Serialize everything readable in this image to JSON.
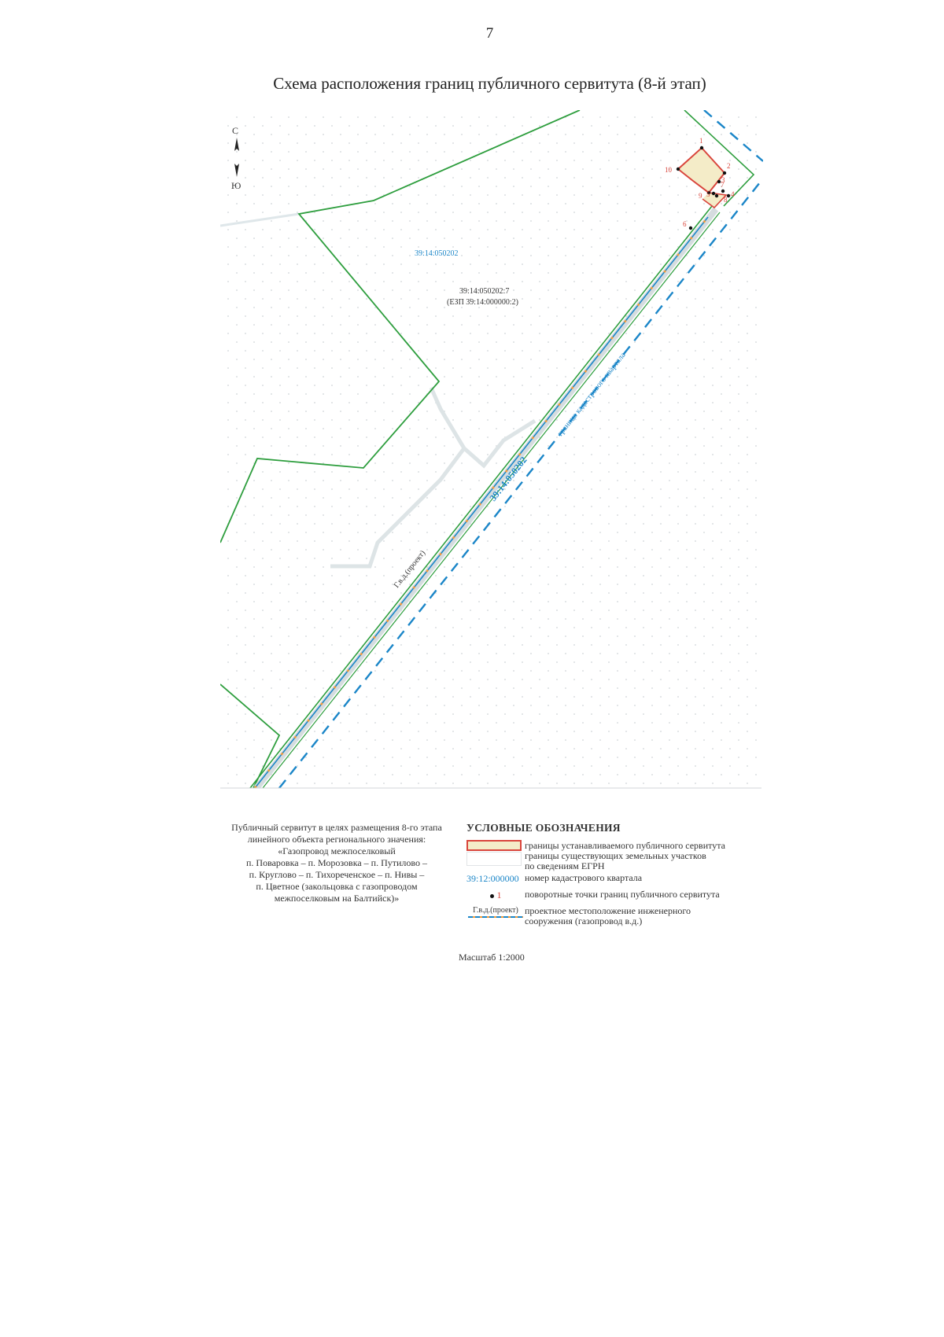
{
  "page_number": "7",
  "title": "Схема расположения границ публичного сервитута (8-й этап)",
  "compass": {
    "north": "С",
    "south": "Ю"
  },
  "map": {
    "quarter_label": "39:14:050202",
    "parcel_label": "39:14:050202:7",
    "parcel_sublabel": "(ЕЗП 39:14:000000:2)",
    "quarter_boundary_label": "граница кадастрового квартала",
    "adjacent_quarter_label": "39:14:050202",
    "pipeline_label": "Г.в.д.(проект)",
    "turning_points": [
      "1",
      "2",
      "3",
      "4",
      "5",
      "6",
      "7",
      "8",
      "9",
      "10"
    ],
    "colors": {
      "parcel_boundary": "#2e9e3e",
      "servitude_boundary": "#d9453c",
      "servitude_fill": "#f4ecc8",
      "quarter_boundary": "#1b86c8",
      "pipeline_dash": "#f29a3a"
    }
  },
  "caption": {
    "lines": [
      "Публичный сервитут в целях размещения 8-го этапа",
      "линейного объекта регионального значения:",
      "«Газопровод межпоселковый",
      "п. Поваровка – п. Морозовка – п. Путилово –",
      "п. Круглово – п. Тихореченское – п. Нивы –",
      "п. Цветное (закольцовка с газопроводом",
      "межпоселковым на Балтийск)»"
    ]
  },
  "legend": {
    "title": "УСЛОВНЫЕ ОБОЗНАЧЕНИЯ",
    "items": [
      {
        "symbol": "servitude-boundary",
        "text": "границы устанавливаемого публичного сервитута"
      },
      {
        "symbol": "parcel-boundary",
        "text": "границы существующих земельных участков",
        "text2": "по сведениям ЕГРН"
      },
      {
        "symbol": "quarter-number",
        "symbol_text": "39:12:000000",
        "text": "номер кадастрового квартала"
      },
      {
        "symbol": "turning-point",
        "symbol_text": "1",
        "text": "поворотные точки границ публичного сервитута"
      },
      {
        "symbol": "pipeline",
        "symbol_text": "Г.в.д.(проект)",
        "text": "проектное местоположение инженерного",
        "text2": "сооружения (газопровод в.д.)"
      }
    ]
  },
  "scale": "Масштаб 1:2000"
}
